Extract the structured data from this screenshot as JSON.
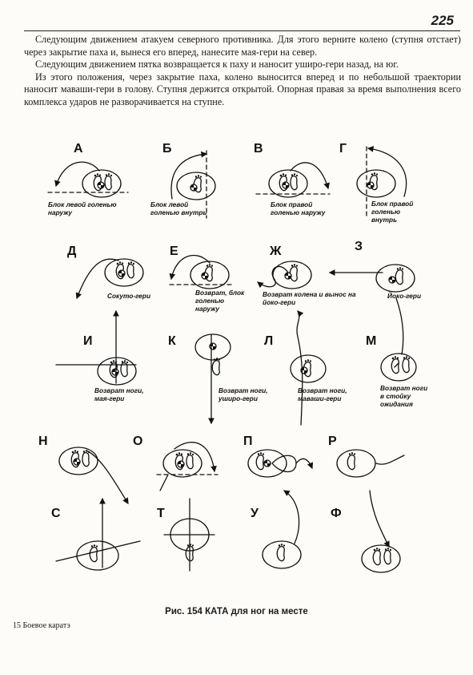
{
  "page_number": "225",
  "paragraphs": [
    "Следующим движением атакуем северного противника. Для этого верните колено (ступня отстает) через закрытие паха и, вынеся его вперед, нанесите мая-гери на север.",
    "Следующим движением пятка возвращается к паху и наносит уширо-гери назад, на юг.",
    "Из этого положения, через закрытие паха, колено выносится вперед и по небольшой траектории наносит маваши-гери в голову. Ступня держится открытой. Опорная правая за время выполнения всего комплекса ударов не разворачивается на ступне."
  ],
  "figure": {
    "panels": [
      {
        "letter": "А",
        "caption": [
          "Блок левой голенью",
          "наружу"
        ]
      },
      {
        "letter": "Б",
        "caption": [
          "Блок левой",
          "голенью внутрь"
        ]
      },
      {
        "letter": "В",
        "caption": [
          "Блок правой",
          "голенью наружу"
        ]
      },
      {
        "letter": "Г",
        "caption": [
          "Блок правой",
          "голенью",
          "внутрь"
        ]
      },
      {
        "letter": "Д",
        "caption": [
          "Сокуто-гери"
        ]
      },
      {
        "letter": "Е",
        "caption": [
          "Возврат, блок",
          "голенью",
          "наружу"
        ]
      },
      {
        "letter": "Ж",
        "caption": [
          "Возврат колена и вынос на",
          "йоко-гери"
        ]
      },
      {
        "letter": "З",
        "caption": [
          "Йоко-гери"
        ]
      },
      {
        "letter": "И",
        "caption": [
          "Возврат ноги,",
          "мая-гери"
        ]
      },
      {
        "letter": "К",
        "caption": [
          "Возврат ноги,",
          "уширо-гери"
        ]
      },
      {
        "letter": "Л",
        "caption": [
          "Возврат ноги,",
          "маваши-гери"
        ]
      },
      {
        "letter": "М",
        "caption": [
          "Возврат ноги",
          "в стойку",
          "ожидания"
        ]
      },
      {
        "letter": "Н",
        "caption": []
      },
      {
        "letter": "О",
        "caption": []
      },
      {
        "letter": "П",
        "caption": []
      },
      {
        "letter": "Р",
        "caption": []
      },
      {
        "letter": "С",
        "caption": []
      },
      {
        "letter": "Т",
        "caption": []
      },
      {
        "letter": "У",
        "caption": []
      },
      {
        "letter": "Ф",
        "caption": []
      }
    ],
    "caption": "Рис. 154 КАТА для ног на месте"
  },
  "footer": "15 Боевое каратэ"
}
